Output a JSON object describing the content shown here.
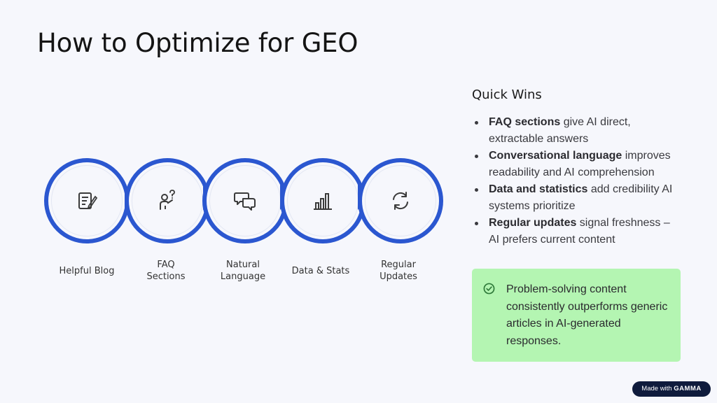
{
  "slide": {
    "title": "How to Optimize for GEO"
  },
  "steps": [
    {
      "label": "Helpful Blog",
      "icon": "document-edit-icon"
    },
    {
      "label": "FAQ\nSections",
      "icon": "person-question-icon"
    },
    {
      "label": "Natural\nLanguage",
      "icon": "chat-bubbles-icon"
    },
    {
      "label": "Data & Stats",
      "icon": "bar-chart-icon"
    },
    {
      "label": "Regular\nUpdates",
      "icon": "refresh-icon"
    }
  ],
  "quick_wins": {
    "title": "Quick Wins",
    "items": [
      {
        "bold": "FAQ sections",
        "text": " give AI direct, extractable answers"
      },
      {
        "bold": "Conversational language",
        "text": " improves readability and AI comprehension"
      },
      {
        "bold": "Data and statistics",
        "text": " add credibility AI systems prioritize"
      },
      {
        "bold": "Regular updates",
        "text": " signal freshness – AI prefers current content"
      }
    ]
  },
  "callout": {
    "icon": "check-circle-icon",
    "text": "Problem-solving content consistently outperforms generic articles in AI-generated responses."
  },
  "badge": {
    "prefix": "Made with",
    "brand": "GAMMA"
  },
  "colors": {
    "accent": "#2b57d0",
    "callout_bg": "#b4f5b2",
    "check": "#2f7a3a",
    "background": "#f6f7fc"
  }
}
